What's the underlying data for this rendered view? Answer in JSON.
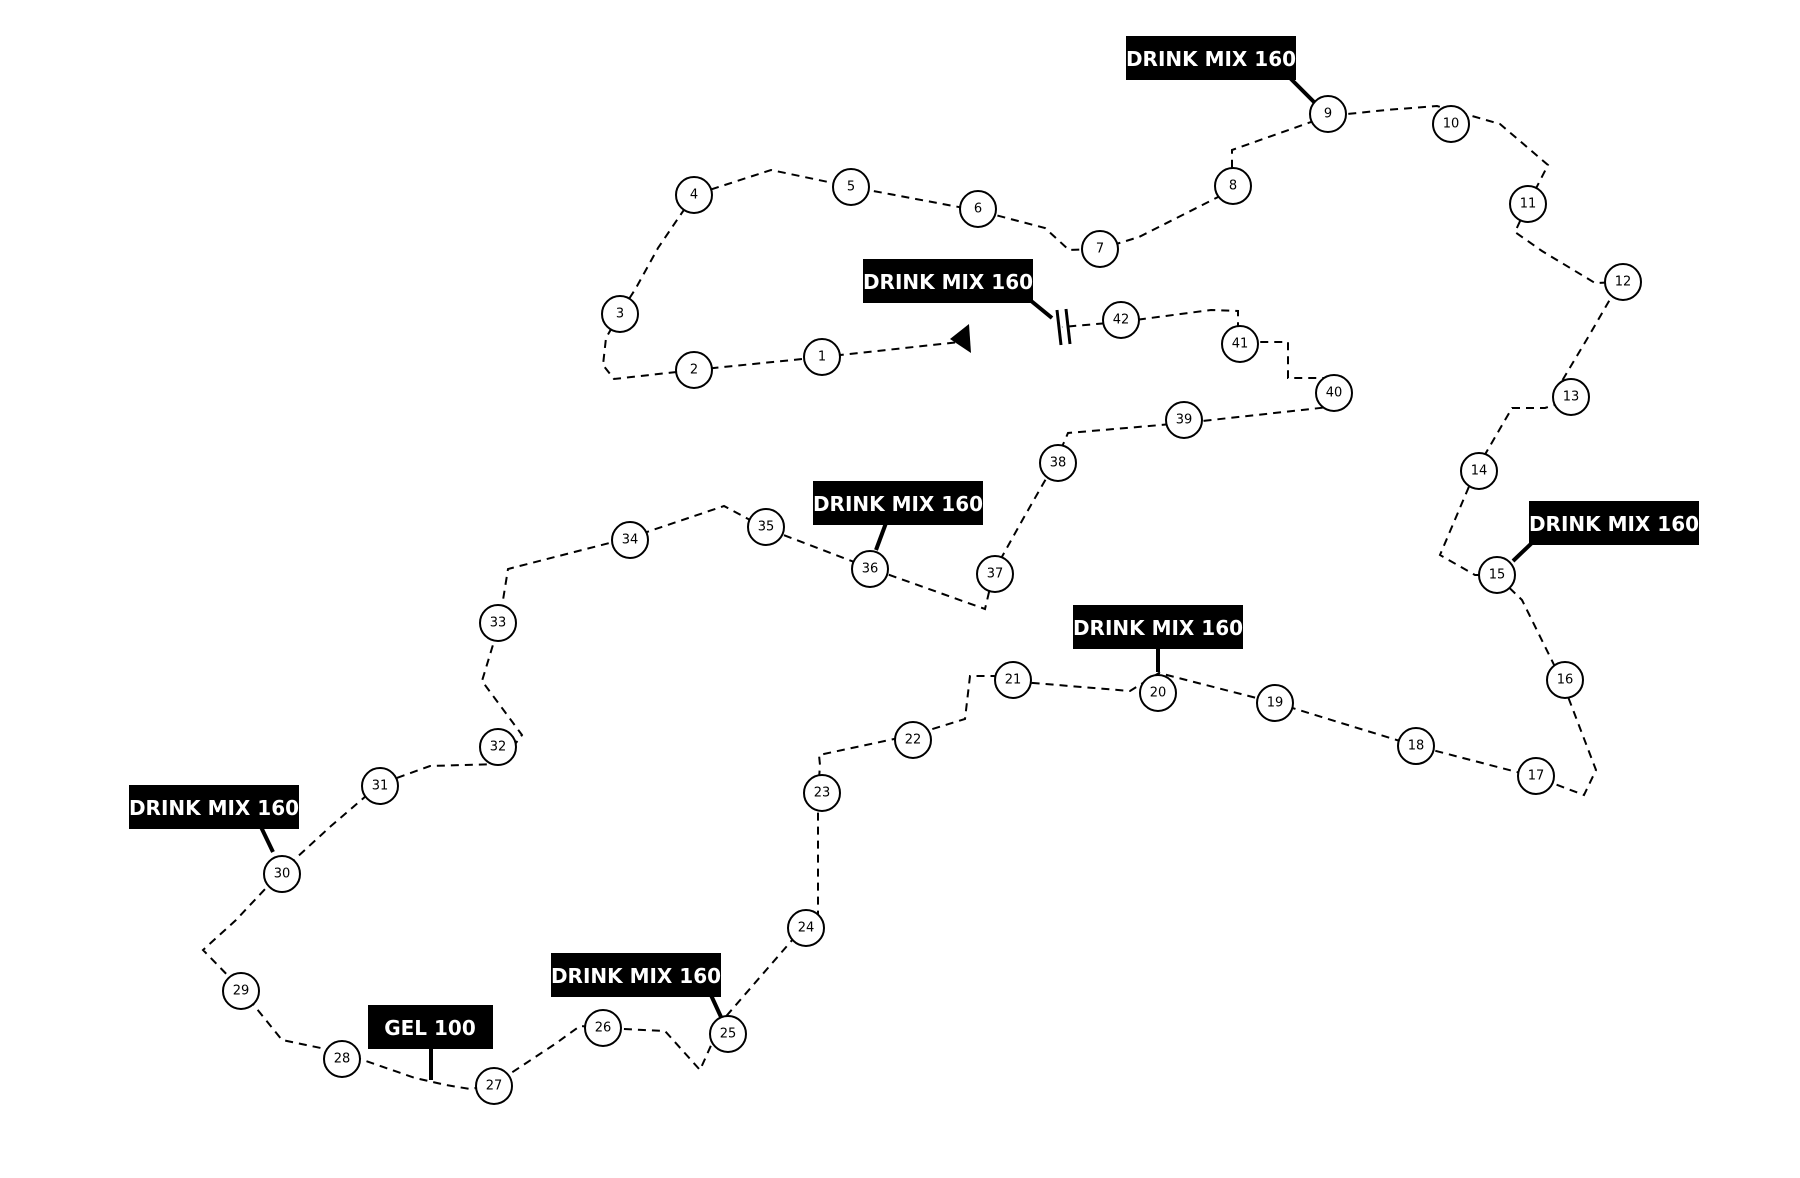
{
  "route": {
    "name": "",
    "markers": [
      "1",
      "2",
      "3",
      "4",
      "5",
      "6",
      "7",
      "8",
      "9",
      "10",
      "11",
      "12",
      "13",
      "14",
      "15",
      "16",
      "17",
      "18",
      "19",
      "20",
      "21",
      "22",
      "23",
      "24",
      "25",
      "26",
      "27",
      "28",
      "29",
      "30",
      "31",
      "32",
      "33",
      "34",
      "35",
      "36",
      "37",
      "38",
      "39",
      "40",
      "41",
      "42"
    ]
  },
  "supply_points": [
    {
      "label": "DRINK MIX 160",
      "at_marker": "9"
    },
    {
      "label": "DRINK MIX 160",
      "at_marker": "42"
    },
    {
      "label": "DRINK MIX 160",
      "at_marker": "36"
    },
    {
      "label": "DRINK MIX 160",
      "at_marker": "15"
    },
    {
      "label": "DRINK MIX 160",
      "at_marker": "20"
    },
    {
      "label": "DRINK MIX 160",
      "at_marker": "30"
    },
    {
      "label": "DRINK MIX 160",
      "at_marker": "25"
    },
    {
      "label": "GEL 100",
      "at_marker": "27"
    }
  ],
  "icons": {
    "start": "start-arrow-icon",
    "finish": "finish-line-icon"
  },
  "colors": {
    "ink": "#000000",
    "background": "#ffffff",
    "label_text": "#ffffff"
  }
}
